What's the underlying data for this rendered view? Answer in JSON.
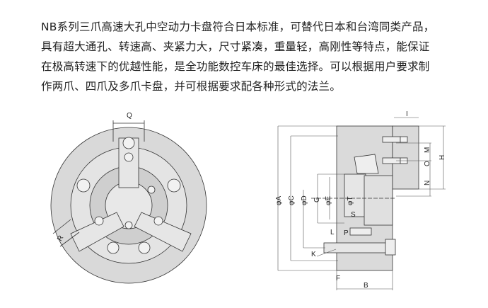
{
  "description": {
    "lines": [
      "NB系列三爪高速大孔中空动力卡盘符合日本标准，可替代日本和台湾同类产品，",
      "具有超大通孔、转速高、夹紧力大，尺寸紧凑，重量轻，高刚性等特点，能保证",
      "在极高转速下的优越性能，是全功能数控车床的最佳选择。可以根据用户要求制",
      "作两爪、四爪及多爪卡盘，并可根据要求配各种形式的法兰。"
    ]
  },
  "front_view": {
    "labels": {
      "q": "Q",
      "r": "R"
    }
  },
  "side_view": {
    "labels": {
      "a": "φA",
      "c": "φC",
      "d": "φD",
      "g": "G",
      "e": "φE",
      "t": "φT",
      "s": "S",
      "p": "P",
      "l": "L",
      "k": "K",
      "f": "F",
      "b": "B",
      "i": "I",
      "m": "M",
      "o": "O",
      "n": "N",
      "h": "H"
    }
  }
}
